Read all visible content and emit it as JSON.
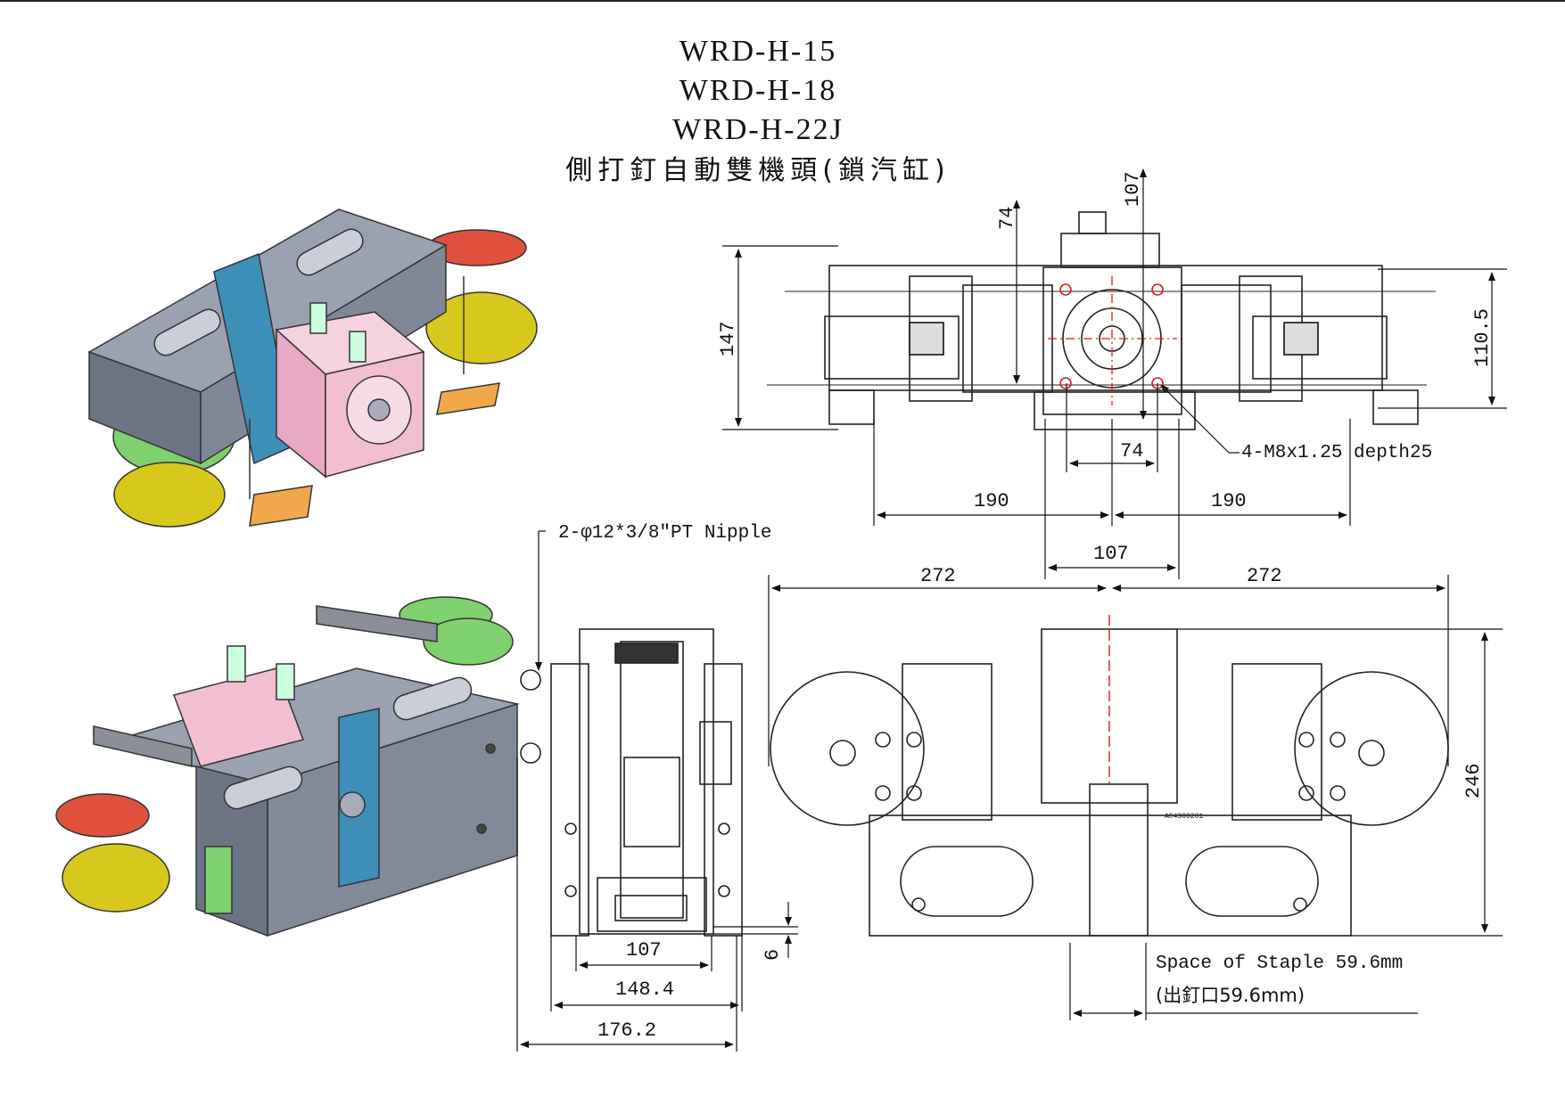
{
  "title": {
    "models": [
      "WRD-H-15",
      "WRD-H-18",
      "WRD-H-22J"
    ],
    "subtitle": "側打釘自動雙機頭(鎖汽缸)"
  },
  "dimensions": {
    "top_view": {
      "d74_vertical": "74",
      "d107_vertical": "107",
      "d147": "147",
      "d110_5": "110.5",
      "d74_horizontal": "74",
      "d190_left": "190",
      "d190_right": "190",
      "d107_horizontal": "107",
      "bolt_note": "4-M8x1.25 depth25"
    },
    "front_view": {
      "d272_left": "272",
      "d272_right": "272",
      "d246": "246",
      "plate_text": "AC4300201",
      "staple_space": "Space of Staple 59.6mm",
      "staple_space_cn": "(出釘口59.6mm)"
    },
    "side_view": {
      "nipple_note": "2-φ12*3/8\"PT Nipple",
      "d6": "6",
      "d107": "107",
      "d148_4": "148.4",
      "d176_2": "176.2"
    }
  },
  "colors": {
    "frame": "#8f96a6",
    "frame_dark": "#5f6572",
    "cylinder": "#f2bfd2",
    "strap": "#3d8fb8",
    "wheel_red": "#e0513d",
    "wheel_yellow": "#d8c81e",
    "wheel_green": "#7fd06e",
    "wheel_orange": "#f0a84a",
    "center_line": "#e01818"
  }
}
